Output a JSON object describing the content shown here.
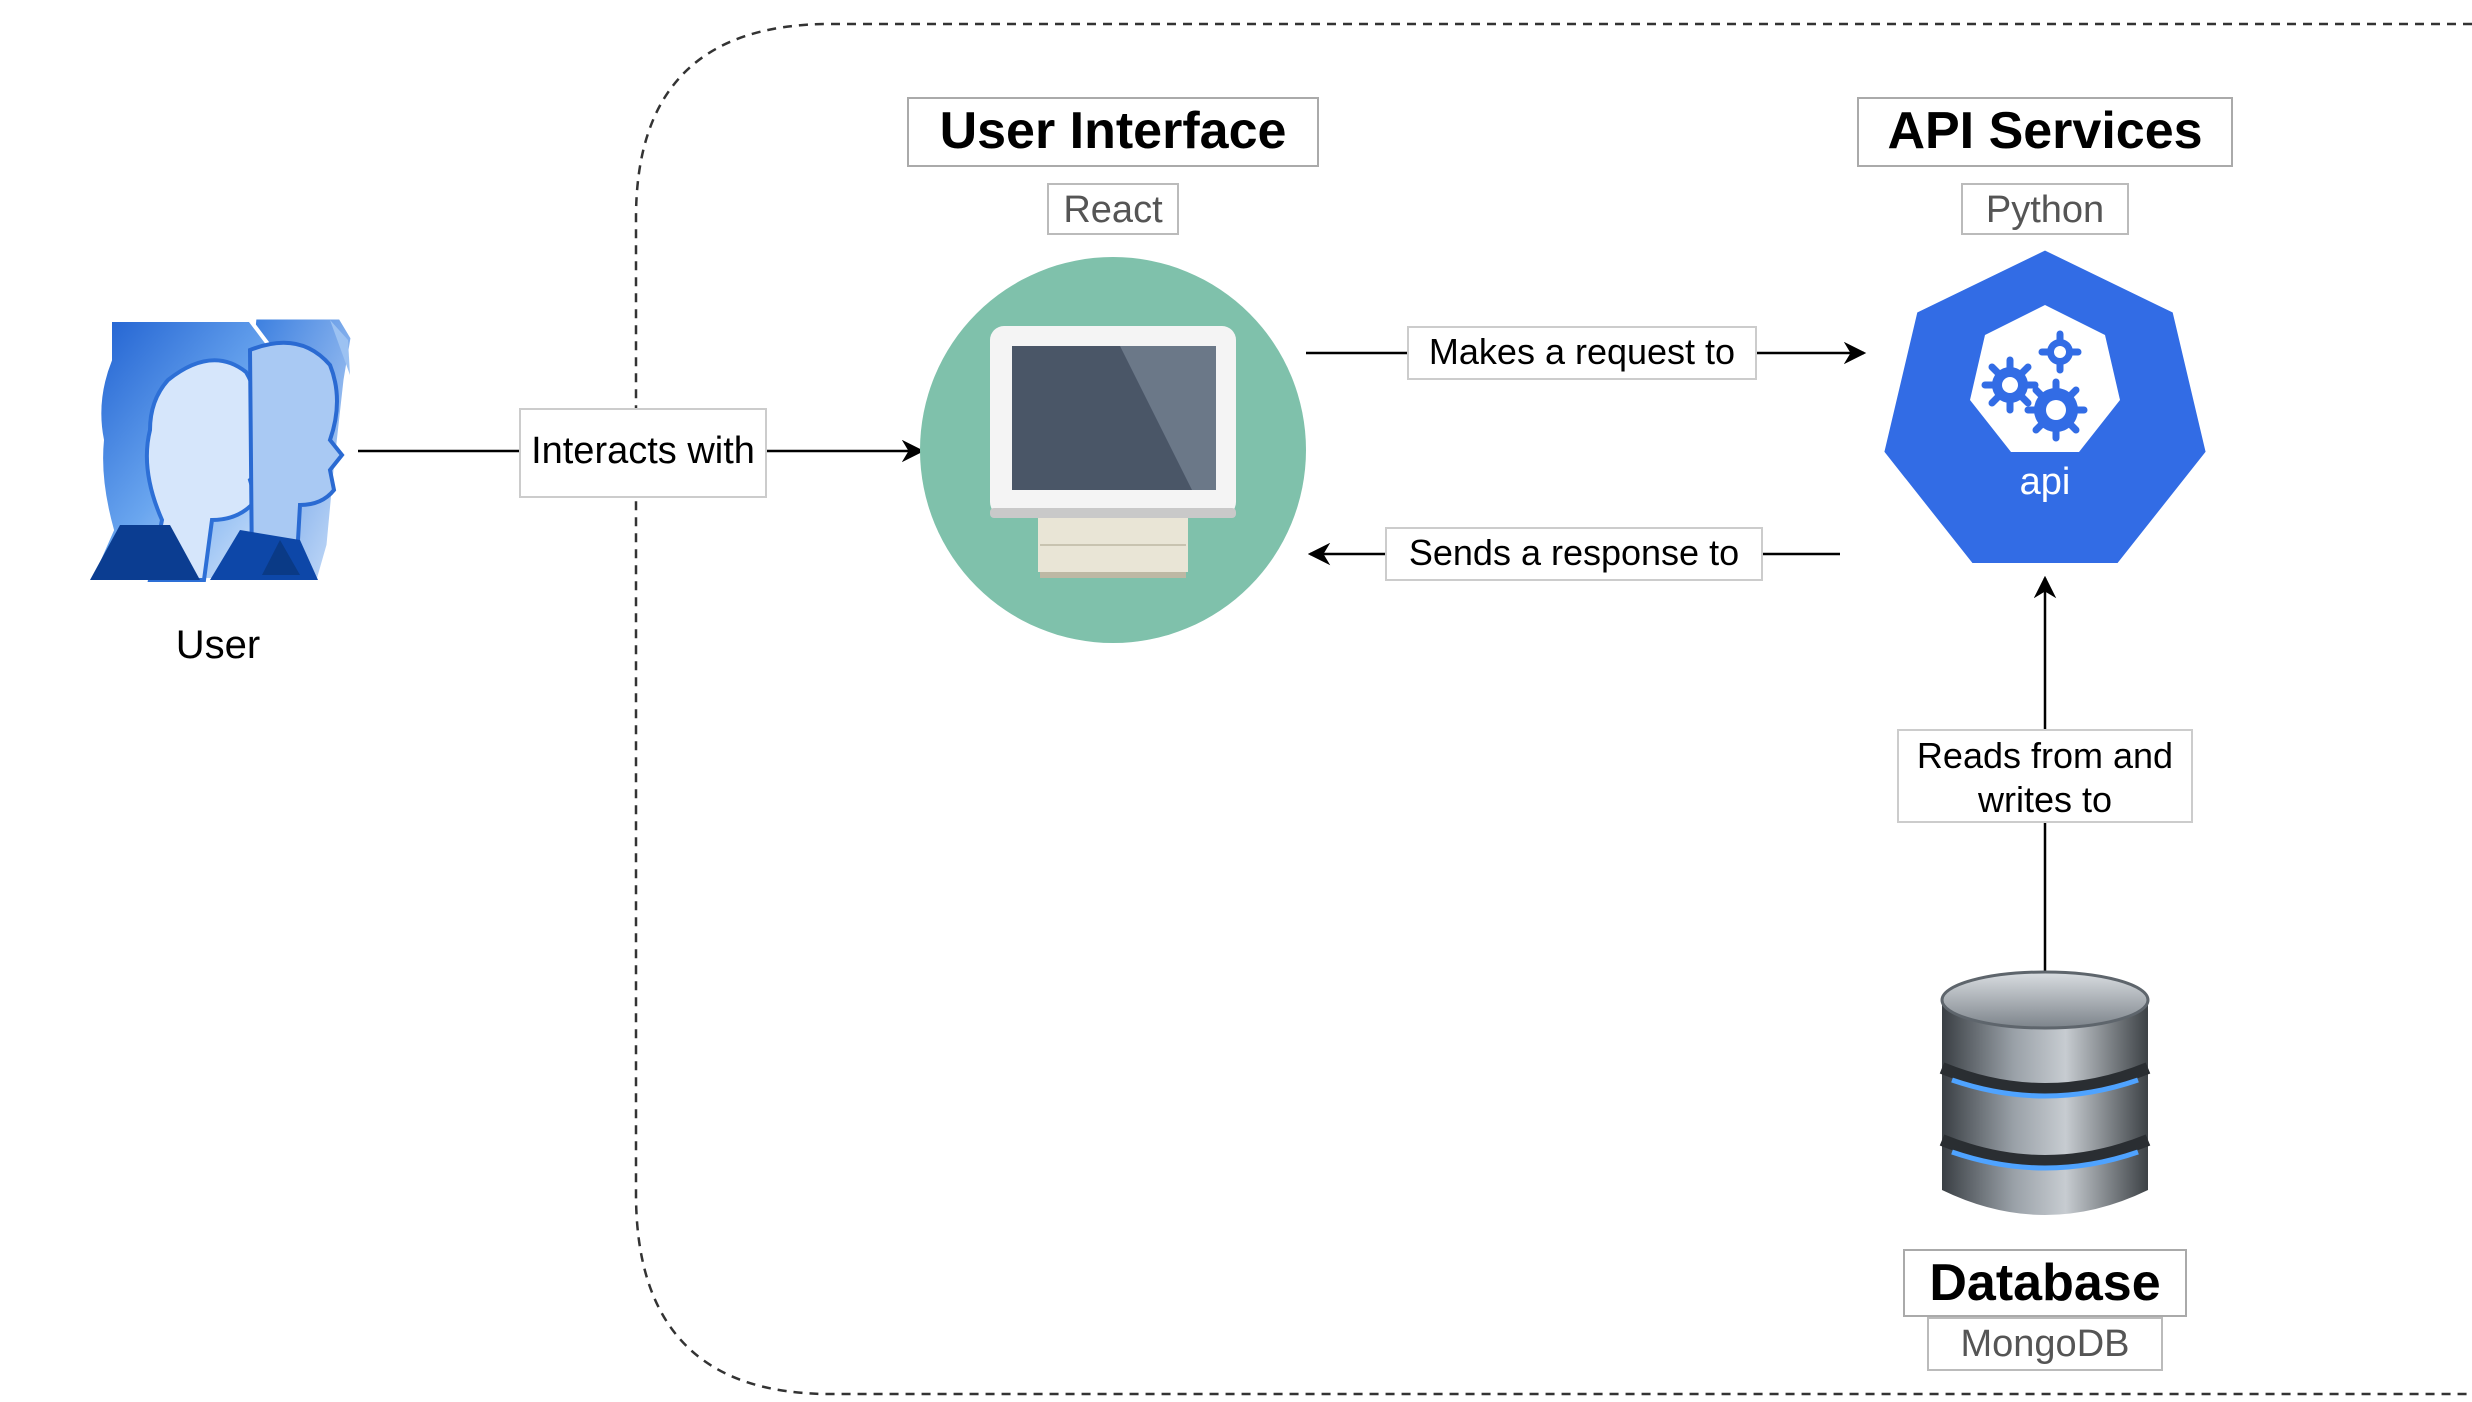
{
  "user": {
    "label": "User",
    "icon": "user-group-icon"
  },
  "user_interface": {
    "title": "User Interface",
    "tech": "React",
    "icon": "monitor-icon"
  },
  "api_services": {
    "title": "API Services",
    "tech": "Python",
    "icon": "api-gears-icon",
    "icon_text": "api"
  },
  "database": {
    "title": "Database",
    "tech": "MongoDB",
    "icon": "database-cylinder-icon"
  },
  "edges": {
    "interacts": "Interacts with",
    "request": "Makes a request to",
    "response": "Sends a response to",
    "reads_writes_line1": "Reads from and",
    "reads_writes_line2": "writes to"
  },
  "colors": {
    "monitor_circle": "#7fc1ab",
    "api_blue": "#326ce5",
    "user_blue": "#3a7fd8",
    "boundary": "#333333"
  }
}
